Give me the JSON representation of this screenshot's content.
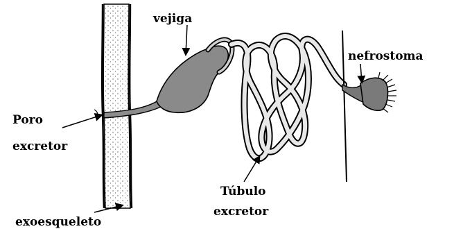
{
  "labels": {
    "vejiga": "vejiga",
    "nefrostoma": "nefrostoma",
    "poro_line1": "Poro",
    "poro_line2": "excretor",
    "tubulo_line1": "Túbulo",
    "tubulo_line2": "excretor",
    "exoesqueleto": "exoesqueleto"
  }
}
